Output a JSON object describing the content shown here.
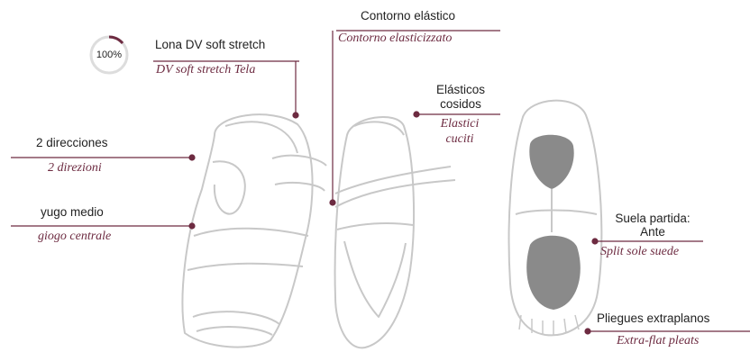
{
  "badge": {
    "text": "100%",
    "level_percent": 100
  },
  "labels": {
    "lona_es": "Lona DV soft stretch",
    "lona_it": "DV soft stretch Tela",
    "contorno_es": "Contorno elástico",
    "contorno_it": "Contorno elasticizzato",
    "elasticos_es_1": "Elásticos",
    "elasticos_es_2": "cosidos",
    "elasticos_it_1": "Elastici",
    "elasticos_it_2": "cuciti",
    "direcciones_es": "2 direcciones",
    "direcciones_it": "2 direzioni",
    "yugo_es": "yugo medio",
    "yugo_it": "giogo centrale",
    "suela_es_1": "Suela partida:",
    "suela_es_2": "Ante",
    "suela_it": "Split sole suede",
    "pliegues_es": "Pliegues extraplanos",
    "pliegues_it": "Extra-flat pleats"
  },
  "colors": {
    "accent": "#6d2b41",
    "text": "#222222",
    "sketch": "#c8c8c8",
    "sole": "#8a8a8a"
  }
}
